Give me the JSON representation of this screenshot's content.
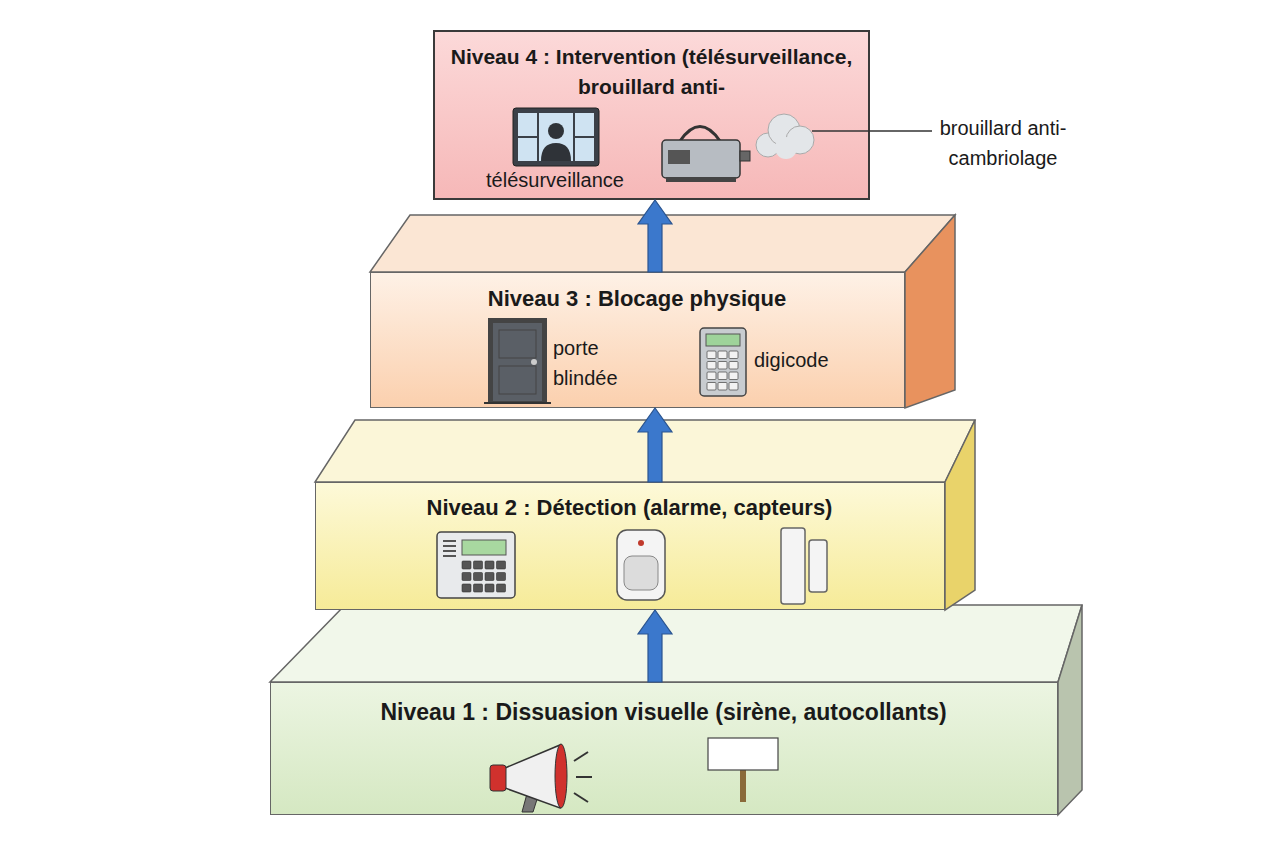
{
  "diagram": {
    "nodes": [
      {
        "text": [
          "Niveau 4 : Intervention (télésurveillance, brouillard anti-",
          "télésurveillance"
        ]
      },
      {
        "text": [
          "Niveau 3 : Blocage physique",
          "porte blindée",
          "digicode"
        ]
      },
      {
        "text": [
          "Niveau 2 : Détection (alarme, capteurs)"
        ]
      },
      {
        "text": [
          "Niveau 1 : Dissuasion visuelle (sirène, autocollants)",
          "Sirène autocollants"
        ]
      }
    ],
    "edges": [
      {
        "from": 3,
        "to": 2,
        "arrow": "to"
      },
      {
        "from": 2,
        "to": 1,
        "arrow": "to"
      },
      {
        "from": 1,
        "to": 0,
        "arrow": "to"
      }
    ],
    "labels": [
      "brouillard anti-cambriolage"
    ]
  }
}
